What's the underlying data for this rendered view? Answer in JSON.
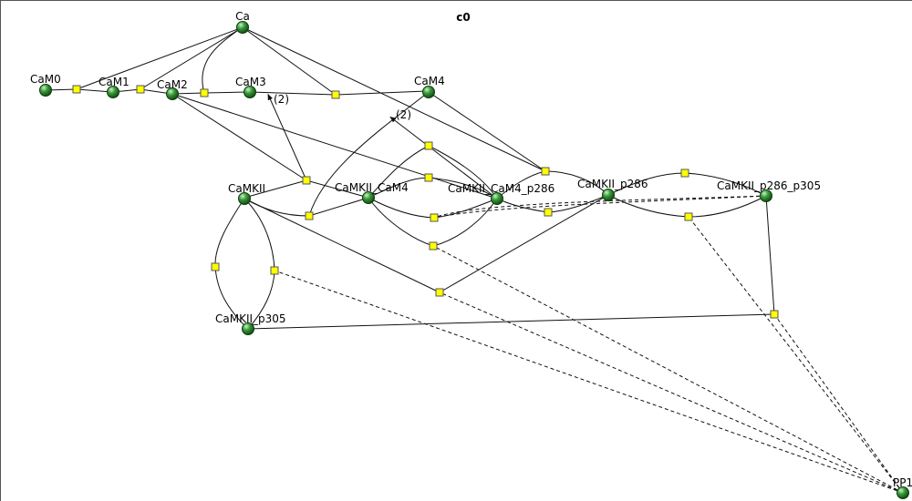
{
  "title": "c0",
  "species": {
    "Ca": "Ca",
    "CaM0": "CaM0",
    "CaM1": "CaM1",
    "CaM2": "CaM2",
    "CaM3": "CaM3",
    "CaM4": "CaM4",
    "CaMKII": "CaMKII",
    "CaMKII_CaM4": "CaMKII_CaM4",
    "CaMKII_CaM4_p286": "CaMKII_CaM4_p286",
    "CaMKII_p286": "CaMKII_p286",
    "CaMKII_p286_p305": "CaMKII_p286_p305",
    "CaMKII_p305": "CaMKII_p305",
    "PP1": "PP1"
  },
  "stoichiometry": {
    "ca_to_cam4": "(2)",
    "cam4_p286": "(2)"
  },
  "colors": {
    "species_fill": "#3a9a3a",
    "reaction_fill": "#ffff00"
  }
}
